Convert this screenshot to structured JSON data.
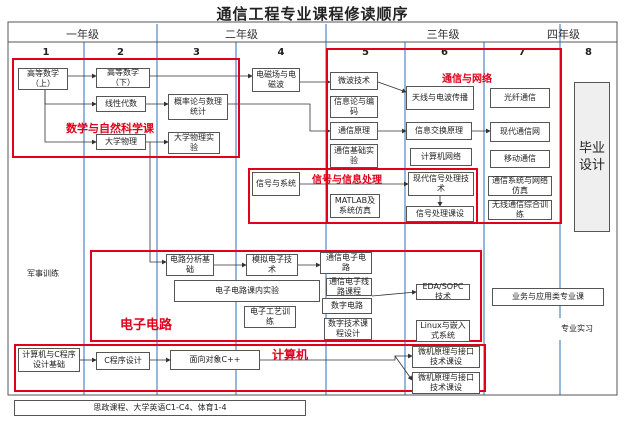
{
  "title": "通信工程专业课程修读顺序",
  "years": [
    "一年级",
    "二年级",
    "三年级",
    "四年级"
  ],
  "semesters": [
    "1",
    "2",
    "3",
    "4",
    "5",
    "6",
    "7",
    "8"
  ],
  "groups": {
    "math": "数学与自然科学课",
    "network": "通信与网络",
    "signal": "信号与信息处理",
    "electronics": "电子电路",
    "computer": "计算机"
  },
  "courses": {
    "calc1": "高等数学（上）",
    "calc2": "高等数学（下）",
    "linalg": "线性代数",
    "physics": "大学物理",
    "prob": "概率论与数理统计",
    "physlab": "大学物理实验",
    "emfield": "电磁场与电磁波",
    "microwave": "微波技术",
    "antenna": "天线与电波传播",
    "fiber": "光纤通信",
    "infotheory": "信息论与编码",
    "commprin": "通信原理",
    "switching": "信息交换原理",
    "modcomm": "现代通信网",
    "commlab": "通信基础实验",
    "compnet": "计算机网络",
    "mobile": "移动通信",
    "syssim": "通信系统与网络仿真",
    "wireless": "无线通信综合训练",
    "signals": "信号与系统",
    "dsp": "现代信号处理技术",
    "matlab": "MATLAB及系统仿真",
    "sigcourse": "信号处理课设",
    "circuit": "电路分析基础",
    "analog": "模拟电子技术",
    "digital": "通信电子电路",
    "circlab": "电子电路课内实验",
    "hfcourse": "通信电子线路课程",
    "eda": "EDA/SOPC技术",
    "digcircuit": "数字电路",
    "etraining": "电子工艺训练",
    "digdesign": "数字技术课程设计",
    "linux": "Linux与嵌入式系统",
    "microcomp": "微机原理与接口技术课设",
    "microcomp2": "微机原理与接口技术课设",
    "cprog": "计算机与C程序设计基础",
    "cdesign": "C程序设计",
    "oop": "面向对象C++",
    "military": "军事训练",
    "thesis": "毕业设计",
    "practicum": "专业实习",
    "business": "业务与应用类专业课",
    "general": "思政课程、大学英语C1-C4、体育1-4"
  }
}
